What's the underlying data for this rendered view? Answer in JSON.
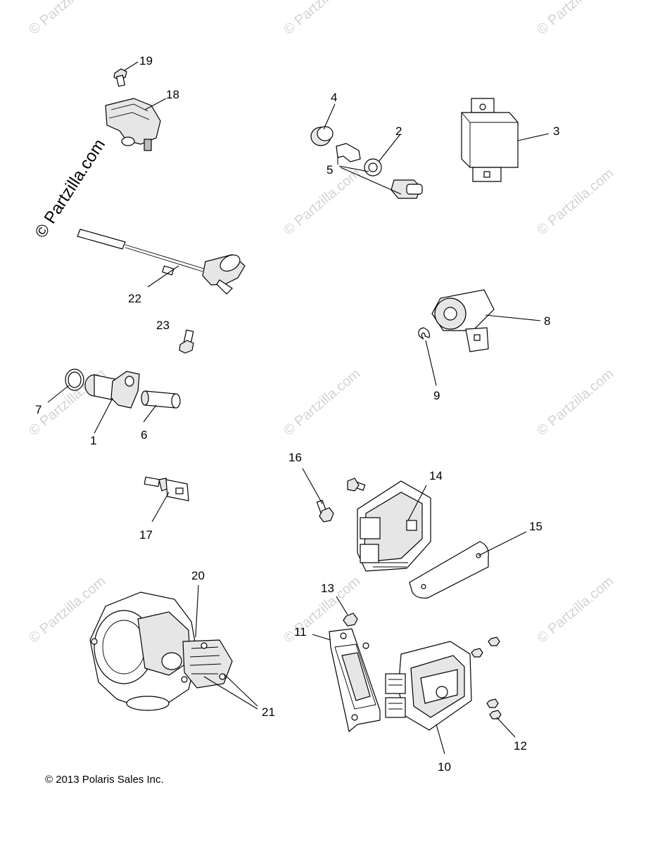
{
  "watermark": {
    "text": "© Partzilla.com"
  },
  "callouts": {
    "c1": "1",
    "c2": "2",
    "c3": "3",
    "c4": "4",
    "c5": "5",
    "c6": "6",
    "c7": "7",
    "c8": "8",
    "c9": "9",
    "c10": "10",
    "c11": "11",
    "c12": "12",
    "c13": "13",
    "c14": "14",
    "c15": "15",
    "c16": "16",
    "c17": "17",
    "c18": "18",
    "c19": "19",
    "c20": "20",
    "c21": "21",
    "c22": "22",
    "c23": "23"
  },
  "footer": {
    "copyright": "© 2013 Polaris Sales Inc."
  }
}
